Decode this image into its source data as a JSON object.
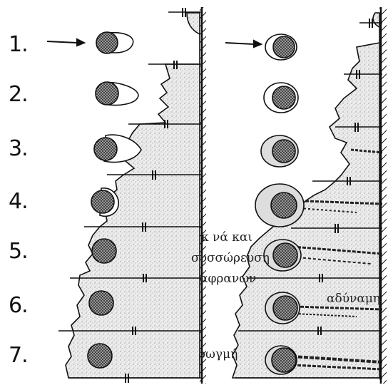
{
  "stages": [
    "1.",
    "2.",
    "3.",
    "4.",
    "5.",
    "6.",
    "7."
  ],
  "labels": {
    "annotation_1": "κ  νά και",
    "annotation_2": "συσσώρευση",
    "annotation_3": "αφρανών",
    "annotation_4": "αδύναμη",
    "annotation_5": "ρωγμή"
  },
  "colors": {
    "ink": "#111111",
    "wall_fill": "#ffffff",
    "deposit_fill": "#e6e6e6",
    "particle_fill": "#9a9a9a",
    "background": "#ffffff"
  },
  "icons": {
    "arrow": "arrow-right-icon",
    "particle": "hatched-particle-icon"
  }
}
